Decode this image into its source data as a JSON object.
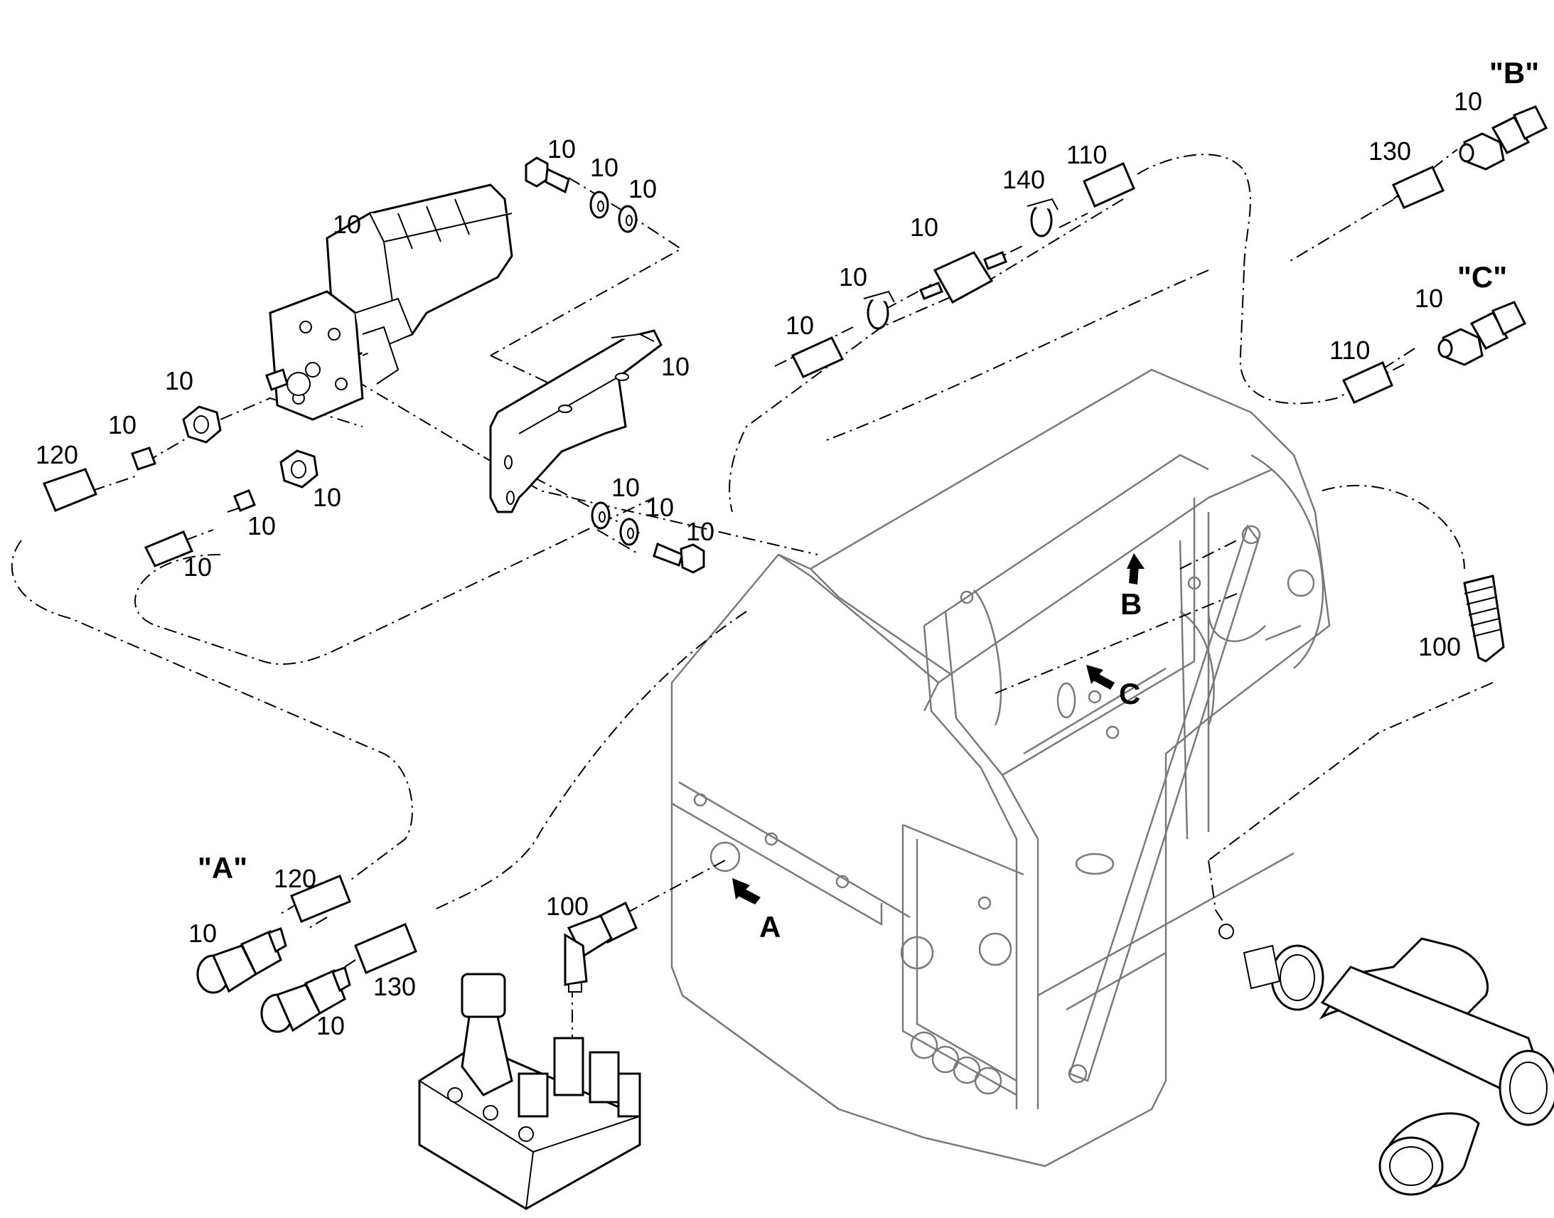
{
  "labels": {
    "l10_bolt_top": "10",
    "l10_washer_top1": "10",
    "l10_washer_top2": "10",
    "l10_valve": "10",
    "l10_bracket": "10",
    "l10_nut1": "10",
    "l10_sleeve1": "10",
    "l120_top": "120",
    "l10_nut2": "10",
    "l10_sleeve2": "10",
    "l10_hose_left": "10",
    "l10_washer_bot1": "10",
    "l10_washer_bot2": "10",
    "l10_bolt_bot": "10",
    "l10_hose_mid": "10",
    "l10_clamp1": "10",
    "l10_filter": "10",
    "l140": "140",
    "l110_top": "110",
    "l130_top": "130",
    "l10_coupling_b": "10",
    "l10_coupling_c": "10",
    "l110_right": "110",
    "l100_right": "100",
    "l120_bottom": "120",
    "l10_coupling_a1": "10",
    "l10_coupling_a2": "10",
    "l130_bottom": "130",
    "l100_elbow": "100"
  },
  "refs": {
    "ref_a_quote": "\"A\"",
    "ref_b_quote": "\"B\"",
    "ref_c_quote": "\"C\"",
    "arrow_a": "A",
    "arrow_b": "B",
    "arrow_c": "C"
  }
}
